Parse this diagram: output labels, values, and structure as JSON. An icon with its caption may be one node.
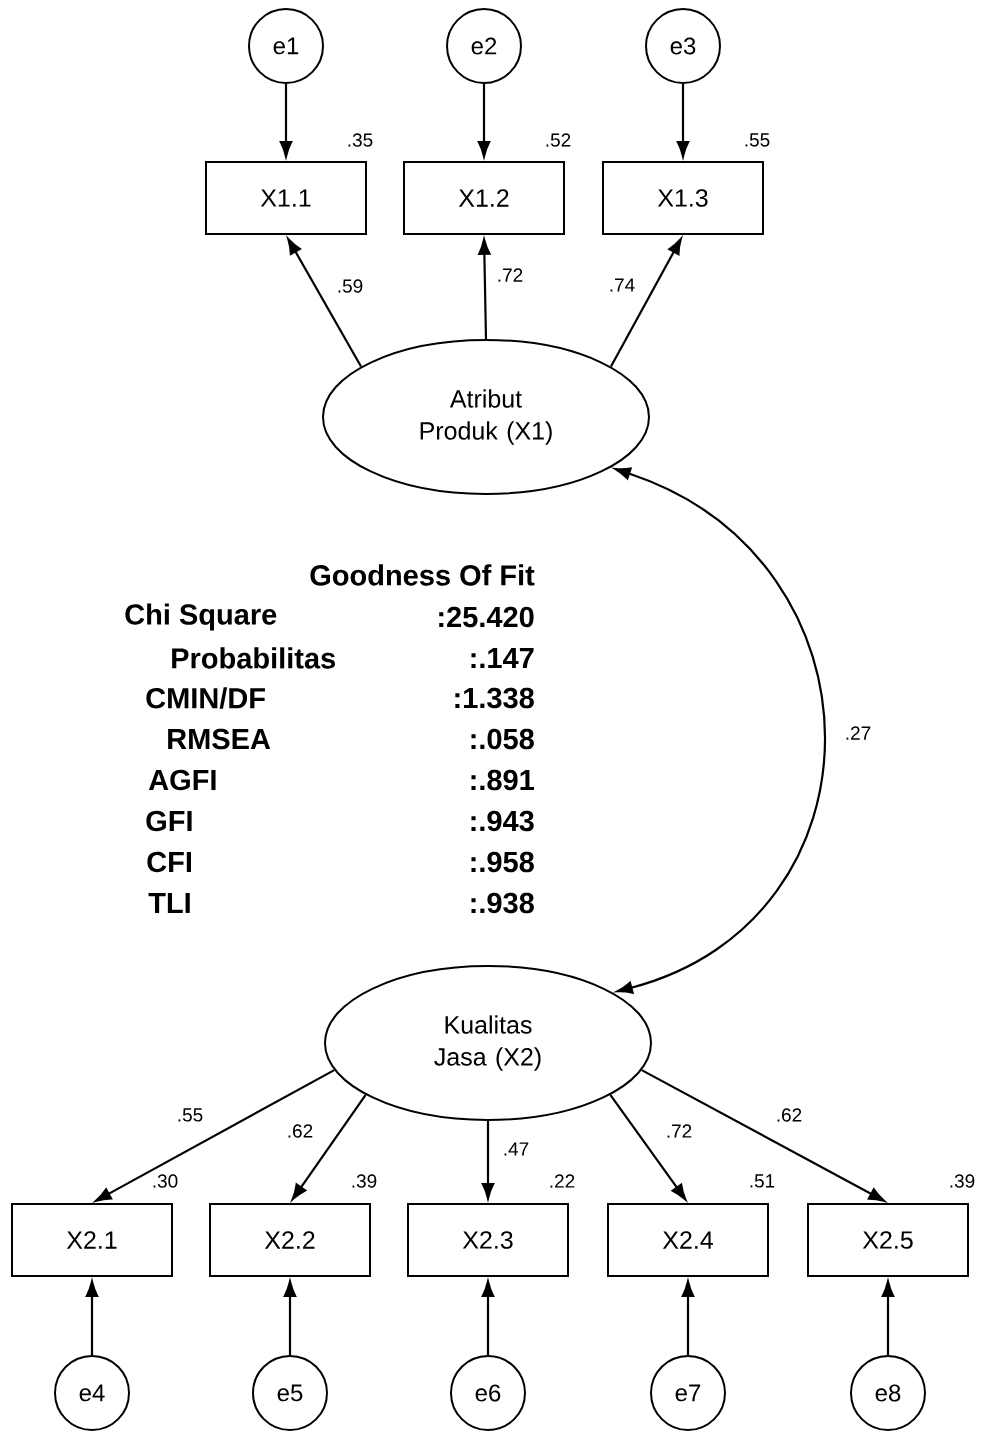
{
  "diagram": {
    "nodes": [
      {
        "text": [
          "e1"
        ]
      },
      {
        "text": [
          "e2"
        ]
      },
      {
        "text": [
          "e3"
        ]
      },
      {
        "text": [
          "X1.1"
        ],
        "beside": [
          ".35"
        ]
      },
      {
        "text": [
          "X1.2"
        ],
        "beside": [
          ".52"
        ]
      },
      {
        "text": [
          "X1.3"
        ],
        "beside": [
          ".55"
        ]
      },
      {
        "text": [
          "Atribut Produk (X1)"
        ]
      },
      {
        "text": [
          "Kualitas Jasa (X2)"
        ]
      },
      {
        "text": [
          "X2.1"
        ],
        "beside": [
          ".30"
        ]
      },
      {
        "text": [
          "X2.2"
        ],
        "beside": [
          ".39"
        ]
      },
      {
        "text": [
          "X2.3"
        ],
        "beside": [
          ".22"
        ]
      },
      {
        "text": [
          "X2.4"
        ],
        "beside": [
          ".51"
        ]
      },
      {
        "text": [
          "X2.5"
        ],
        "beside": [
          ".39"
        ]
      },
      {
        "text": [
          "e4"
        ]
      },
      {
        "text": [
          "e5"
        ]
      },
      {
        "text": [
          "e6"
        ]
      },
      {
        "text": [
          "e7"
        ]
      },
      {
        "text": [
          "e8"
        ]
      }
    ],
    "edges": [
      {
        "from": 0,
        "to": 3,
        "arrow": "to"
      },
      {
        "from": 1,
        "to": 4,
        "arrow": "to"
      },
      {
        "from": 2,
        "to": 5,
        "arrow": "to"
      },
      {
        "from": 6,
        "to": 3,
        "arrow": "to",
        "label": ".59"
      },
      {
        "from": 6,
        "to": 4,
        "arrow": "to",
        "label": ".72"
      },
      {
        "from": 6,
        "to": 5,
        "arrow": "to",
        "label": ".74"
      },
      {
        "from": 6,
        "to": 7,
        "arrow": "both",
        "label": ".27"
      },
      {
        "from": 7,
        "to": 8,
        "arrow": "to",
        "label": ".55"
      },
      {
        "from": 7,
        "to": 9,
        "arrow": "to",
        "label": ".62"
      },
      {
        "from": 7,
        "to": 10,
        "arrow": "to",
        "label": ".47"
      },
      {
        "from": 7,
        "to": 11,
        "arrow": "to",
        "label": ".72"
      },
      {
        "from": 7,
        "to": 12,
        "arrow": "to",
        "label": ".62"
      },
      {
        "from": 13,
        "to": 8,
        "arrow": "to"
      },
      {
        "from": 14,
        "to": 9,
        "arrow": "to"
      },
      {
        "from": 15,
        "to": 10,
        "arrow": "to"
      },
      {
        "from": 16,
        "to": 11,
        "arrow": "to"
      },
      {
        "from": 17,
        "to": 12,
        "arrow": "to"
      }
    ],
    "labels": [
      "Goodness Of Fit",
      "Chi Square",
      ":25.420",
      "Probabilitas",
      ":.147",
      "CMIN/DF",
      ":1.338",
      "RMSEA",
      ":.058",
      "AGFI",
      ":.891",
      "GFI",
      ":.943",
      "CFI",
      ":.958",
      "TLI",
      ":.938"
    ]
  }
}
